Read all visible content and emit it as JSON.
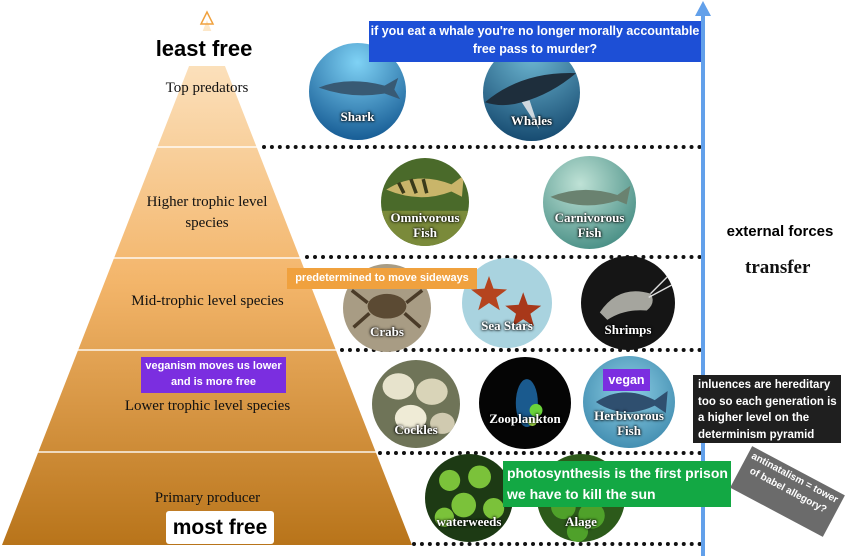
{
  "pyramid": {
    "top_label": "least free",
    "bottom_label": "most free",
    "levels": [
      "Top predators",
      "Higher trophic level species",
      "Mid-trophic level species",
      "Lower trophic level species",
      "Primary producer"
    ]
  },
  "organisms": {
    "shark": "Shark",
    "whales": "Whales",
    "omnivorous_fish": "Omnivorous Fish",
    "carnivorous_fish": "Carnivorous Fish",
    "crabs": "Crabs",
    "sea_stars": "Sea Stars",
    "shrimps": "Shrimps",
    "cockles": "Cockles",
    "zooplankton": "Zooplankton",
    "herbivorous_fish": "Herbivorous Fish",
    "waterweeds": "waterweeds",
    "algae": "Alage"
  },
  "annotations": {
    "whale": "if you eat a whale you're no longer morally accountable free pass to murder?",
    "crabs": "predetermined to move sideways",
    "veganism": "veganism moves us lower and is more free",
    "vegan": "vegan",
    "photosynthesis": "photosynthesis is the first prison we have to kill the sun",
    "hereditary": "inluences are hereditary too so each generation is a higher level on the determinism pyramid",
    "antinatalism": "antinatalism = tower of babel allegory?"
  },
  "side": {
    "external_forces": "external forces",
    "transfer": "transfer"
  },
  "colors": {
    "pyramid_top": "#fce2bd",
    "pyramid_bottom": "#c07c1e",
    "arrow": "#62a0ea",
    "whale_box": "#1d4fd6",
    "crabs_box": "#f0a13e",
    "vegan_box": "#7b2ee0",
    "photo_box": "#13a844",
    "dark_box": "#1f1f1f",
    "gray_box": "#6b6b6b"
  }
}
